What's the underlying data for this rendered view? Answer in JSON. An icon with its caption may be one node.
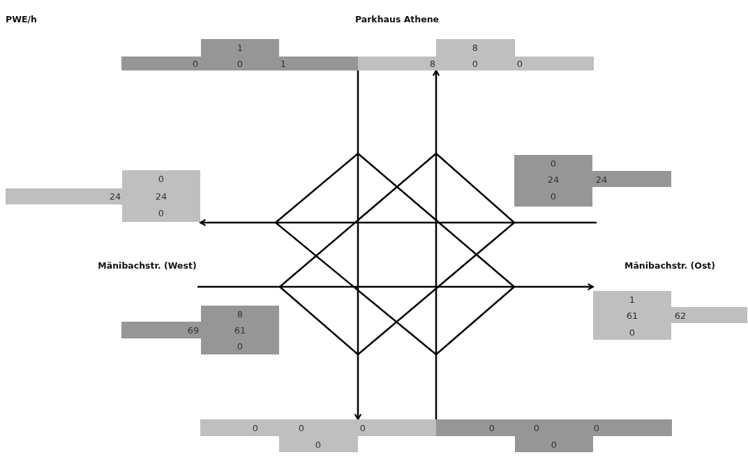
{
  "diagram": {
    "nodes": [
      {
        "text": [
          "1",
          "0",
          "0",
          "1"
        ]
      },
      {
        "text": [
          "8",
          "8",
          "0",
          "0"
        ]
      },
      {
        "text": [
          "0",
          "24",
          "24",
          "0"
        ]
      },
      {
        "text": [
          "0",
          "24",
          "24",
          "0"
        ]
      },
      {
        "text": [
          "8",
          "69",
          "61",
          "0"
        ]
      },
      {
        "text": [
          "1",
          "61",
          "62",
          "0"
        ]
      },
      {
        "text": [
          "0",
          "0",
          "0",
          "0"
        ]
      },
      {
        "text": [
          "0",
          "0",
          "0",
          "0"
        ]
      }
    ],
    "edges": [
      {
        "from": 0,
        "to": 6,
        "arrow": "to"
      },
      {
        "from": 7,
        "to": 1,
        "arrow": "to"
      },
      {
        "from": null,
        "to": 2,
        "arrow": "to"
      },
      {
        "from": null,
        "to": 5,
        "arrow": "to"
      }
    ],
    "labels": [
      "PWE/h",
      "Parkhaus Athene",
      "Mänibachstr. (West)",
      "Mänibachstr. (Ost)"
    ]
  }
}
